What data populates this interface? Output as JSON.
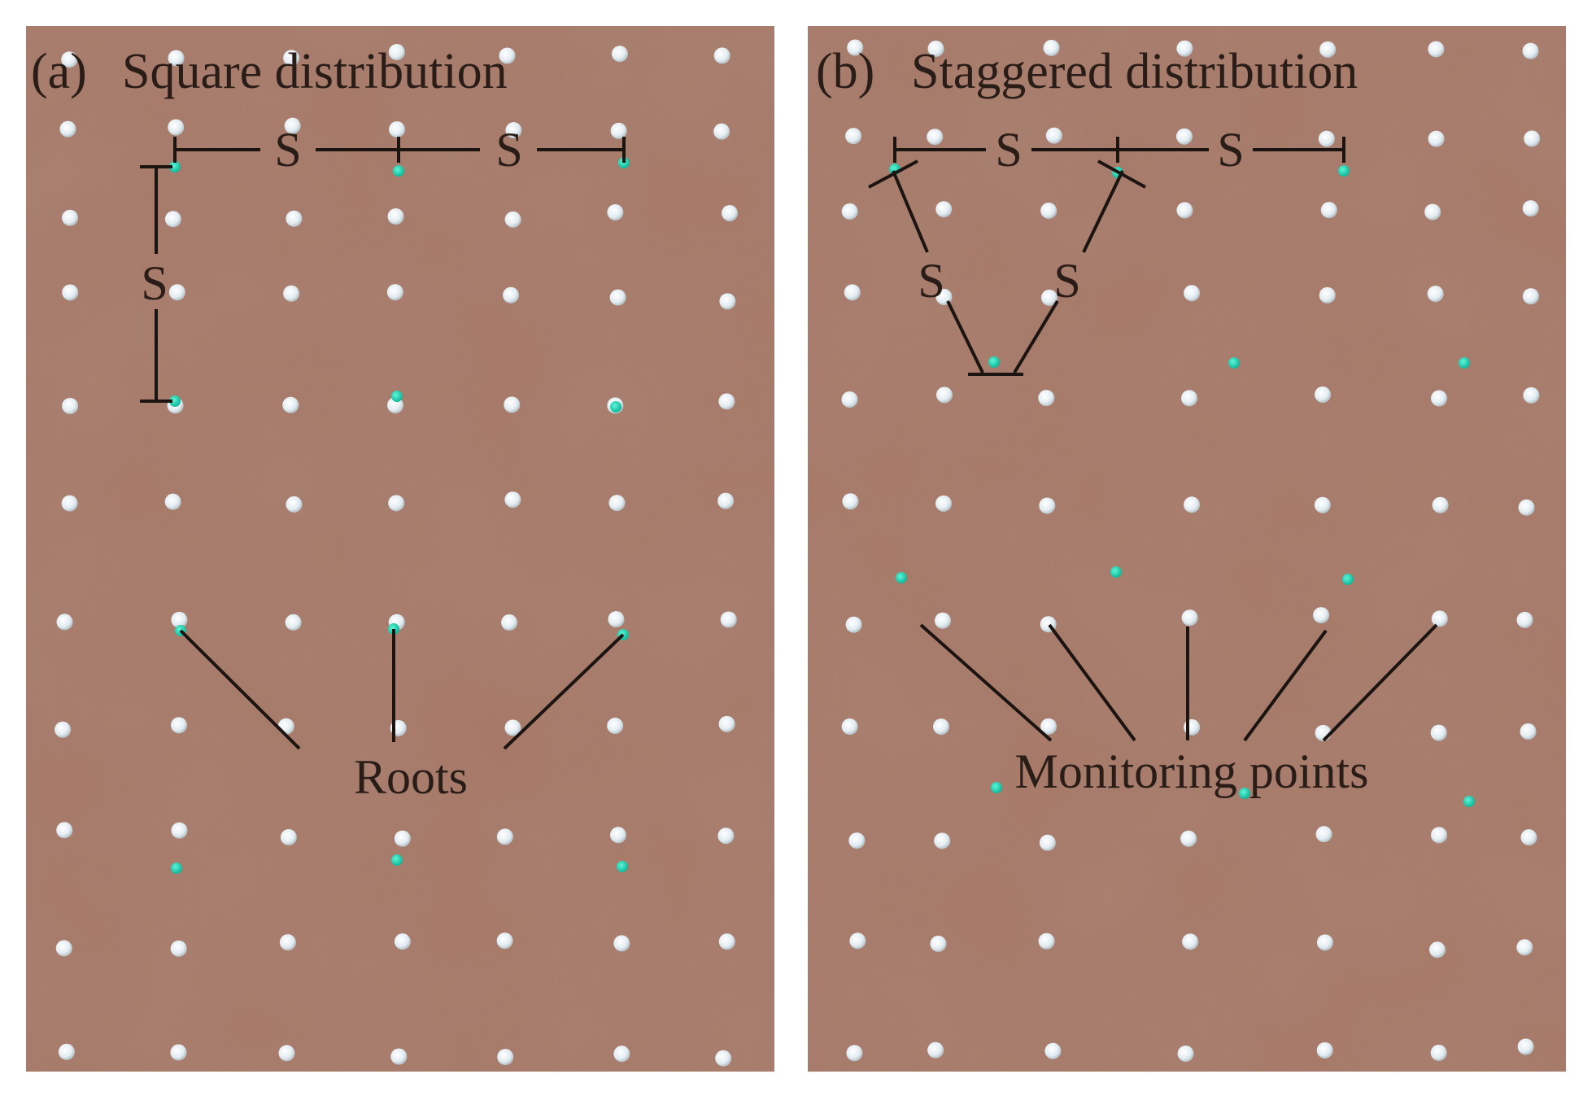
{
  "figure": {
    "panels": [
      {
        "id": "a",
        "letter": "(a)",
        "title": "Square distribution",
        "spacing_label": "S",
        "callout": "Roots"
      },
      {
        "id": "b",
        "letter": "(b)",
        "title": "Staggered distribution",
        "spacing_label": "S",
        "callout": "Monitoring points"
      }
    ],
    "colors": {
      "soil": "#a97563",
      "monitoring_point": "#e6eef3",
      "root": "#1fd8b6",
      "annotation": "#1c1410"
    }
  }
}
